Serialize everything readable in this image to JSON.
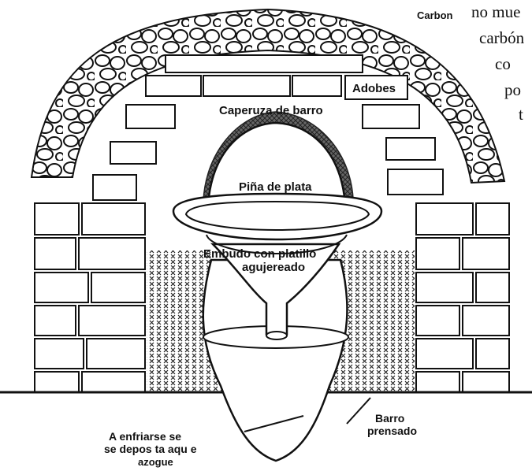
{
  "labels": {
    "carbon": "Carbon",
    "adobes": "Adobes",
    "caperuza": "Caperuza de barro",
    "pina": "Piña de plata",
    "embudo_1": "Embudo con platillo",
    "embudo_2": "agujereado",
    "barro_1": "Barro",
    "barro_2": "prensado",
    "nota_1": "A  enfriarse se",
    "nota_2": "se depos ta aqu e",
    "nota_3": "azogue"
  },
  "side_text": [
    "no mue",
    "carbón",
    "co",
    "po",
    "t"
  ]
}
